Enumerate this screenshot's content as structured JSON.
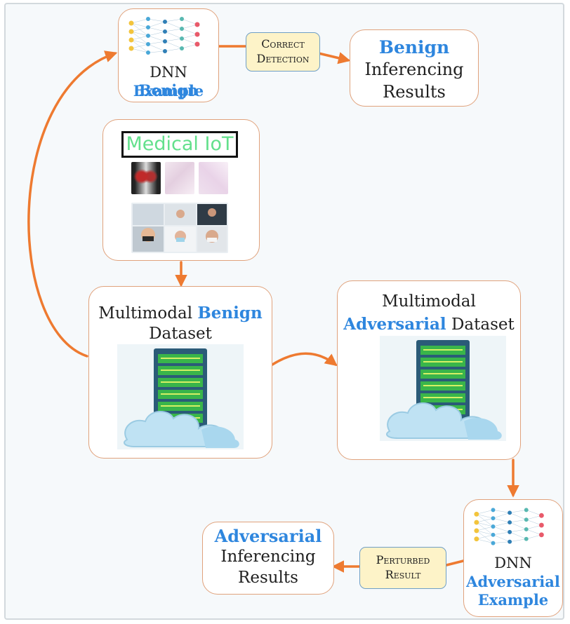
{
  "dnn_benign": {
    "prefix": "DNN ",
    "highlight": "Benign",
    "line2": "Example",
    "icon": "neural-network-icon"
  },
  "correct_detection": {
    "line1": "Correct",
    "line2": "Detection"
  },
  "benign_results": {
    "highlight": "Benign",
    "line2": "Inferencing",
    "line3": "Results"
  },
  "medical_iot": {
    "title": "Medical IoT",
    "images": [
      "chest-xray-image",
      "lung-scan-image",
      "lung-scan-image",
      "masked-faces-collage-image"
    ]
  },
  "benign_dataset": {
    "prefix": "Multimodal ",
    "highlight": "Benign",
    "line2": "Dataset",
    "icon": "cloud-server-icon"
  },
  "adversarial_dataset": {
    "line1": "Multimodal",
    "highlight": "Adversarial",
    "suffix": " Dataset",
    "icon": "cloud-server-icon"
  },
  "dnn_adversarial": {
    "line1": "DNN",
    "highlight": "Adversarial",
    "line3": "Example",
    "icon": "neural-network-icon"
  },
  "perturbed_result": {
    "line1": "Perturbed",
    "line2": "Result"
  },
  "adversarial_results": {
    "highlight": "Adversarial",
    "line2": "Inferencing",
    "line3": "Results"
  },
  "colors": {
    "accent_blue": "#2e86de",
    "arrow_orange": "#ee7a30",
    "box_border": "#e0a27c",
    "pill_fill": "#fdf3c8"
  }
}
